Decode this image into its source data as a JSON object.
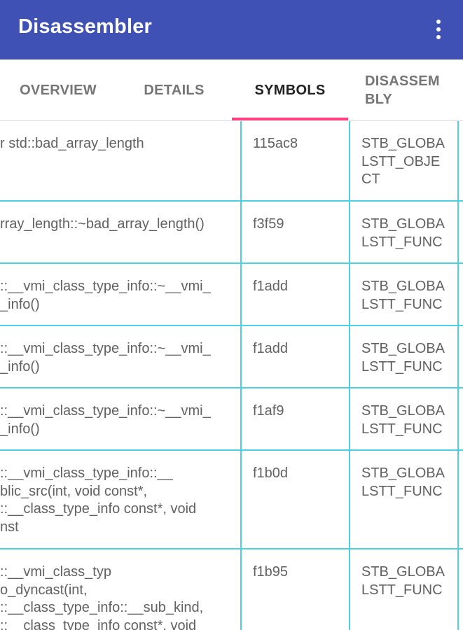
{
  "appbar": {
    "title": "Disassembler",
    "overflow_icon": "more-vert-icon"
  },
  "tabs": [
    {
      "label": "OVERVIEW",
      "active": false
    },
    {
      "label": "DETAILS",
      "active": false
    },
    {
      "label": "SYMBOLS",
      "active": true
    },
    {
      "label": "DISASSEM\nBLY",
      "active": false
    }
  ],
  "colors": {
    "appbar": "#3f51b5",
    "indicator": "#ff4081",
    "grid": "#4dd0e1",
    "text": "#616161"
  },
  "rows": [
    {
      "name": "r std::bad_array_length",
      "address": "115ac8",
      "type": "STB_GLOBA\nLSTT_OBJE\nCT"
    },
    {
      "name": "rray_length::~bad_array_length()",
      "address": "f3f59",
      "type": "STB_GLOBA\nLSTT_FUNC"
    },
    {
      "name": "::__vmi_class_type_info::~__vmi_\n_info()",
      "address": "f1add",
      "type": "STB_GLOBA\nLSTT_FUNC"
    },
    {
      "name": "::__vmi_class_type_info::~__vmi_\n_info()",
      "address": "f1add",
      "type": "STB_GLOBA\nLSTT_FUNC"
    },
    {
      "name": "::__vmi_class_type_info::~__vmi_\n_info()",
      "address": "f1af9",
      "type": "STB_GLOBA\nLSTT_FUNC"
    },
    {
      "name": "::__vmi_class_type_info::__\nblic_src(int, void const*,\n::__class_type_info const*, void\nnst",
      "address": "f1b0d",
      "type": "STB_GLOBA\nLSTT_FUNC"
    },
    {
      "name": "::__vmi_class_typ\no_dyncast(int,\n::__class_type_info::__sub_kind,\n::__class_type_info const*, void",
      "address": "f1b95",
      "type": "STB_GLOBA\nLSTT_FUNC"
    }
  ]
}
